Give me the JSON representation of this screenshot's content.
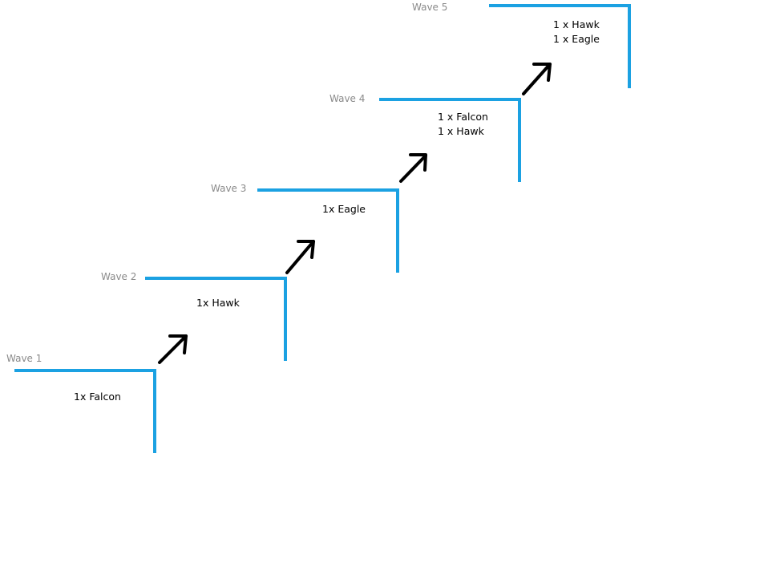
{
  "colors": {
    "step_line": "#1ba1e2",
    "arrow": "#000000",
    "label": "#8a8a8a",
    "text": "#000000"
  },
  "waves": [
    {
      "label": "Wave 1",
      "lines": [
        "1x Falcon"
      ]
    },
    {
      "label": "Wave 2",
      "lines": [
        "1x Hawk"
      ]
    },
    {
      "label": "Wave 3",
      "lines": [
        "1x Eagle"
      ]
    },
    {
      "label": "Wave 4",
      "lines": [
        "1 x Falcon",
        "1 x Hawk"
      ]
    },
    {
      "label": "Wave 5",
      "lines": [
        "1 x Hawk",
        "1 x Eagle"
      ]
    }
  ],
  "arrow_icon": "arrow-up-right-icon"
}
